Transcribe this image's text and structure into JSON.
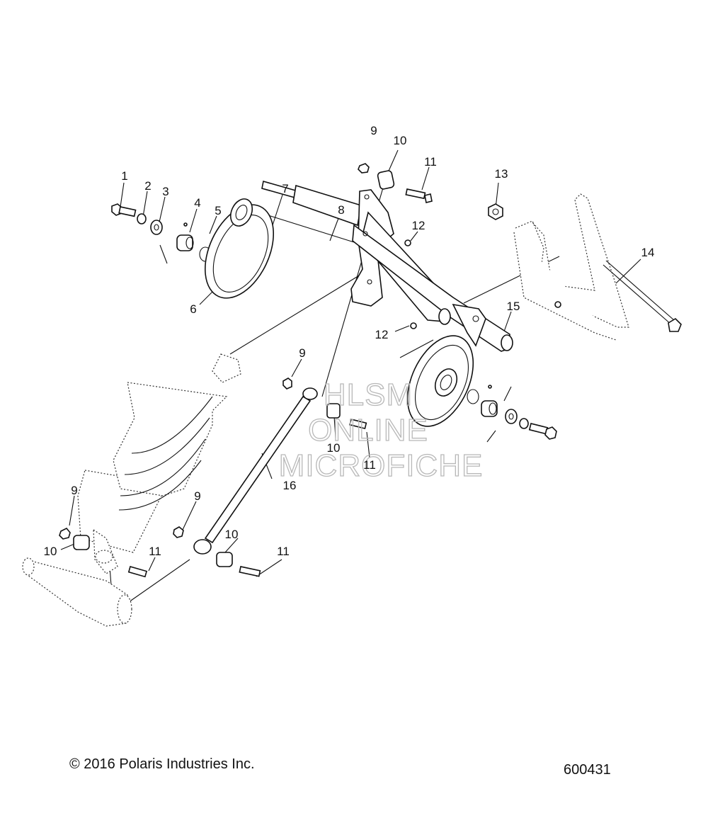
{
  "callouts": [
    {
      "id": "c1",
      "label": "1"
    },
    {
      "id": "c2",
      "label": "2"
    },
    {
      "id": "c3",
      "label": "3"
    },
    {
      "id": "c4",
      "label": "4"
    },
    {
      "id": "c5",
      "label": "5"
    },
    {
      "id": "c6",
      "label": "6"
    },
    {
      "id": "c7",
      "label": "7"
    },
    {
      "id": "c8",
      "label": "8"
    },
    {
      "id": "c9a",
      "label": "9"
    },
    {
      "id": "c10a",
      "label": "10"
    },
    {
      "id": "c11a",
      "label": "11"
    },
    {
      "id": "c12a",
      "label": "12"
    },
    {
      "id": "c13",
      "label": "13"
    },
    {
      "id": "c14",
      "label": "14"
    },
    {
      "id": "c12b",
      "label": "12"
    },
    {
      "id": "c15",
      "label": "15"
    },
    {
      "id": "c9b",
      "label": "9"
    },
    {
      "id": "c10b",
      "label": "10"
    },
    {
      "id": "c11b",
      "label": "11"
    },
    {
      "id": "c16",
      "label": "16"
    },
    {
      "id": "c9c",
      "label": "9"
    },
    {
      "id": "c9d",
      "label": "9"
    },
    {
      "id": "c10c",
      "label": "10"
    },
    {
      "id": "c10d",
      "label": "10"
    },
    {
      "id": "c11c",
      "label": "11"
    },
    {
      "id": "c11d",
      "label": "11"
    }
  ],
  "watermark": [
    "HLSM",
    "ONLINE",
    "MICROFICHE"
  ],
  "copyright": "© 2016 Polaris Industries Inc.",
  "diagram_number": "600431"
}
